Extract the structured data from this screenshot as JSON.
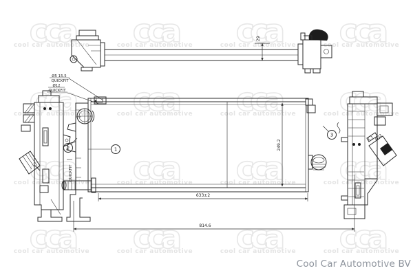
{
  "watermark": {
    "logo_text": "cca",
    "tagline": "cool car automotive",
    "color": "#e7e7e7"
  },
  "footer": {
    "brand": "Cool Car Automotive BV",
    "color": "#8d939c"
  },
  "drawing": {
    "line_color": "#2b2b2b",
    "dimensions": {
      "bar_offset": "29",
      "core_height": "249.2",
      "core_width": "633±2",
      "overall_width": "814.6"
    },
    "labels": {
      "port1_size": "Ø5 15.5",
      "port1_type": "QUICKFIT",
      "port2_size": "Ø12",
      "port2_type": "QUICKFIT",
      "side_port": "QUICKFIT",
      "hose": "Ø32"
    },
    "callouts": {
      "c1": "1",
      "c2": "2",
      "c3": "3"
    }
  }
}
